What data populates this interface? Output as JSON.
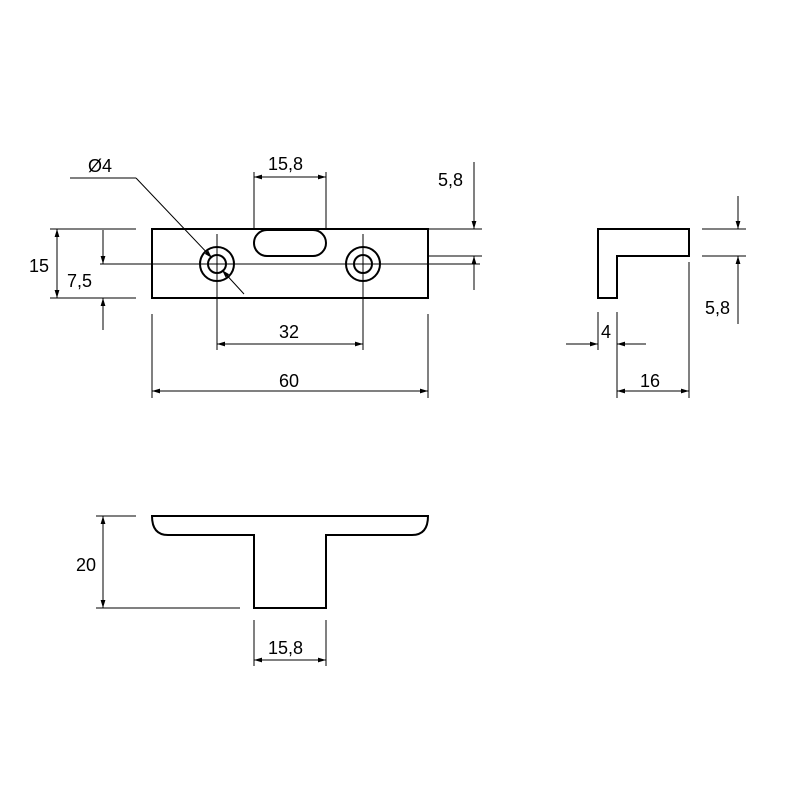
{
  "drawing": {
    "dimensions": {
      "hole_diameter": "Ø4",
      "slot_width_top": "15,8",
      "slot_depth": "5,8",
      "height_total": "15",
      "height_half": "7,5",
      "hole_spacing": "32",
      "length_total": "60",
      "side_flange_height": "5,8",
      "side_thickness": "4",
      "side_depth": "16",
      "bottom_height": "20",
      "slot_width_bottom": "15,8"
    }
  }
}
